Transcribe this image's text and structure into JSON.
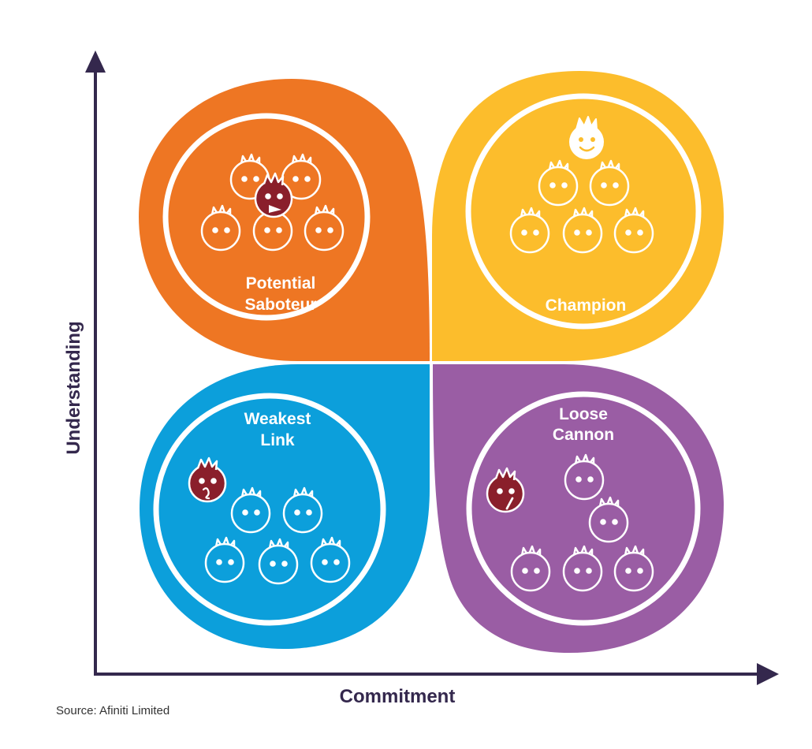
{
  "axes": {
    "x_label": "Commitment",
    "y_label": "Understanding",
    "color": "#34284d"
  },
  "quadrants": [
    {
      "id": "potential-saboteur",
      "label_line1": "Potential",
      "label_line2": "Saboteur",
      "color": "#ee7623",
      "face_count": 6,
      "highlight_face": "dark-grimace"
    },
    {
      "id": "champion",
      "label_line1": "Champion",
      "label_line2": "",
      "color": "#fcbd2c",
      "face_count": 6,
      "highlight_face": "smiling-white"
    },
    {
      "id": "weakest-link",
      "label_line1": "Weakest",
      "label_line2": "Link",
      "color": "#0c9fdb",
      "face_count": 6,
      "highlight_face": "dark-confused"
    },
    {
      "id": "loose-cannon",
      "label_line1": "Loose",
      "label_line2": "Cannon",
      "color": "#9a5da4",
      "face_count": 6,
      "highlight_face": "dark-wink"
    }
  ],
  "source_text": "Source: Afiniti Limited",
  "colors": {
    "dark_face": "#8a1f2b",
    "ring": "#ffffff"
  }
}
